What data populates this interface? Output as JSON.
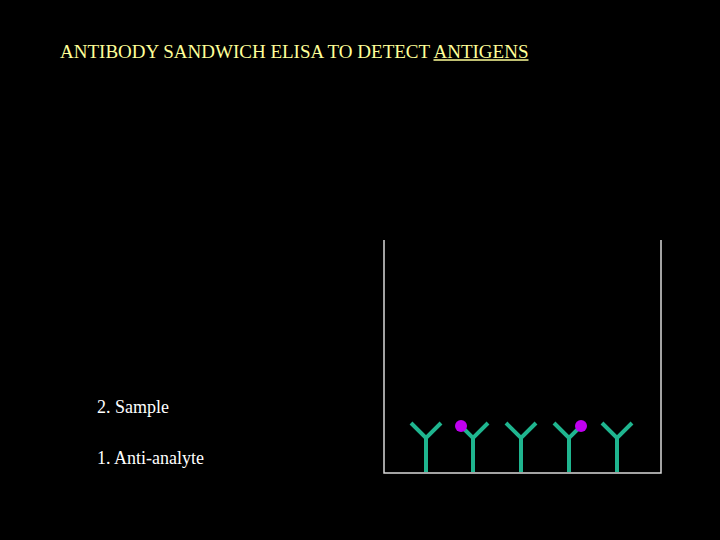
{
  "diagram": {
    "title": "ANTIBODY SANDWICH ELISA TO DETECT ANTIGENS",
    "labels": [
      "2. Sample",
      "1. Anti-analyte"
    ]
  }
}
